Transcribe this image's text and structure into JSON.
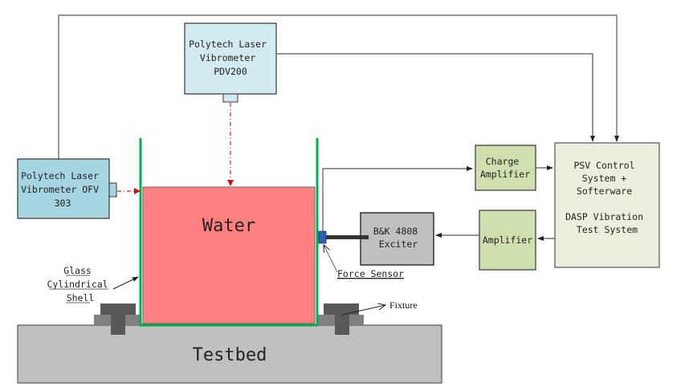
{
  "diagram": {
    "vibrometer_top": {
      "lines": [
        "Polytech Laser",
        "Vibrometer",
        "PDV200"
      ]
    },
    "vibrometer_left": {
      "lines": [
        "Polytech Laser",
        "Vibrometer  OFV",
        "303"
      ]
    },
    "water": {
      "label": "Water"
    },
    "testbed": {
      "label": "Testbed"
    },
    "charge_amplifier": {
      "lines": [
        "Charge",
        "Amplifier"
      ]
    },
    "amplifier": {
      "label": "Amplifier"
    },
    "psv_control": {
      "lines": [
        "PSV Control",
        "System +",
        "Softerware",
        "",
        "DASP Vibration",
        "Test  System"
      ]
    },
    "exciter": {
      "lines": [
        "B&K 4808",
        "Exciter"
      ]
    },
    "annotations": {
      "force_sensor": "Force Sensor",
      "glass_shell": [
        "Glass",
        "Cylindrical",
        "Shell"
      ],
      "fixture": "Fixture"
    },
    "colors": {
      "vibrometer_top_fill": "#d3eaf0",
      "vibrometer_left_fill": "#a6d5e2",
      "water_fill": "#ff8080",
      "shell_green": "#00b050",
      "amp_fill": "#d0dfae",
      "psv_fill": "#ebf0de",
      "exciter_fill": "#c0c0c0",
      "testbed_fill": "#c0c0c0",
      "laser_red": "#e02020",
      "force_sensor_blue": "#2f5fb0"
    }
  }
}
